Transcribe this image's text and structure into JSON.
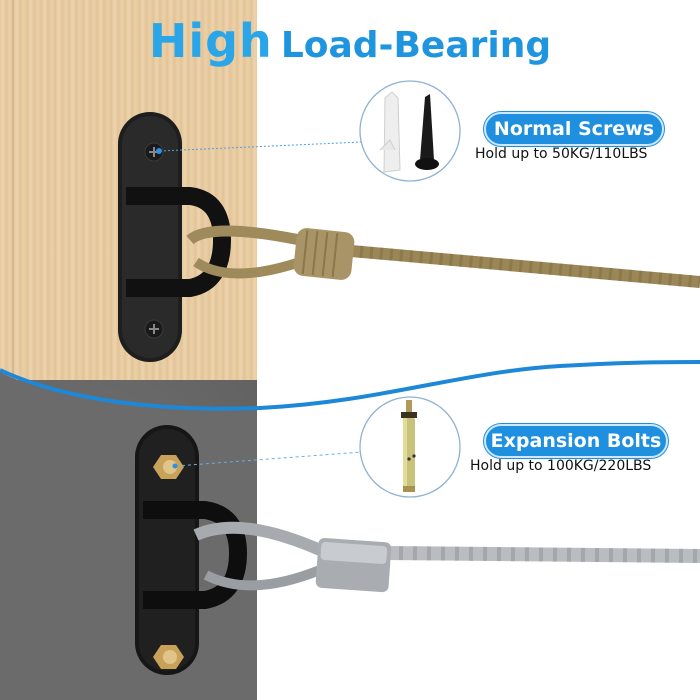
{
  "title": {
    "highlight": "High",
    "rest": "Load-Bearing"
  },
  "sections": [
    {
      "label": "Normal Screws",
      "caption": "Hold up to 50KG/110LBS",
      "surface": "wood",
      "line": "rope",
      "fastener_icons": [
        "plastic-anchor-icon",
        "black-screw-icon"
      ]
    },
    {
      "label": "Expansion Bolts",
      "caption": "Hold up to 100KG/220LBS",
      "surface": "concrete",
      "line": "steel-cable",
      "fastener_icons": [
        "expansion-bolt-icon"
      ]
    }
  ],
  "colors": {
    "accent": "#1f8fe0",
    "title": "#2aa6e8",
    "wood": "#e6c9a0",
    "concrete": "#6d6d6d",
    "rope": "#9e8a5a",
    "cable": "#b8bcc0",
    "bracket": "#1e1e1e"
  }
}
